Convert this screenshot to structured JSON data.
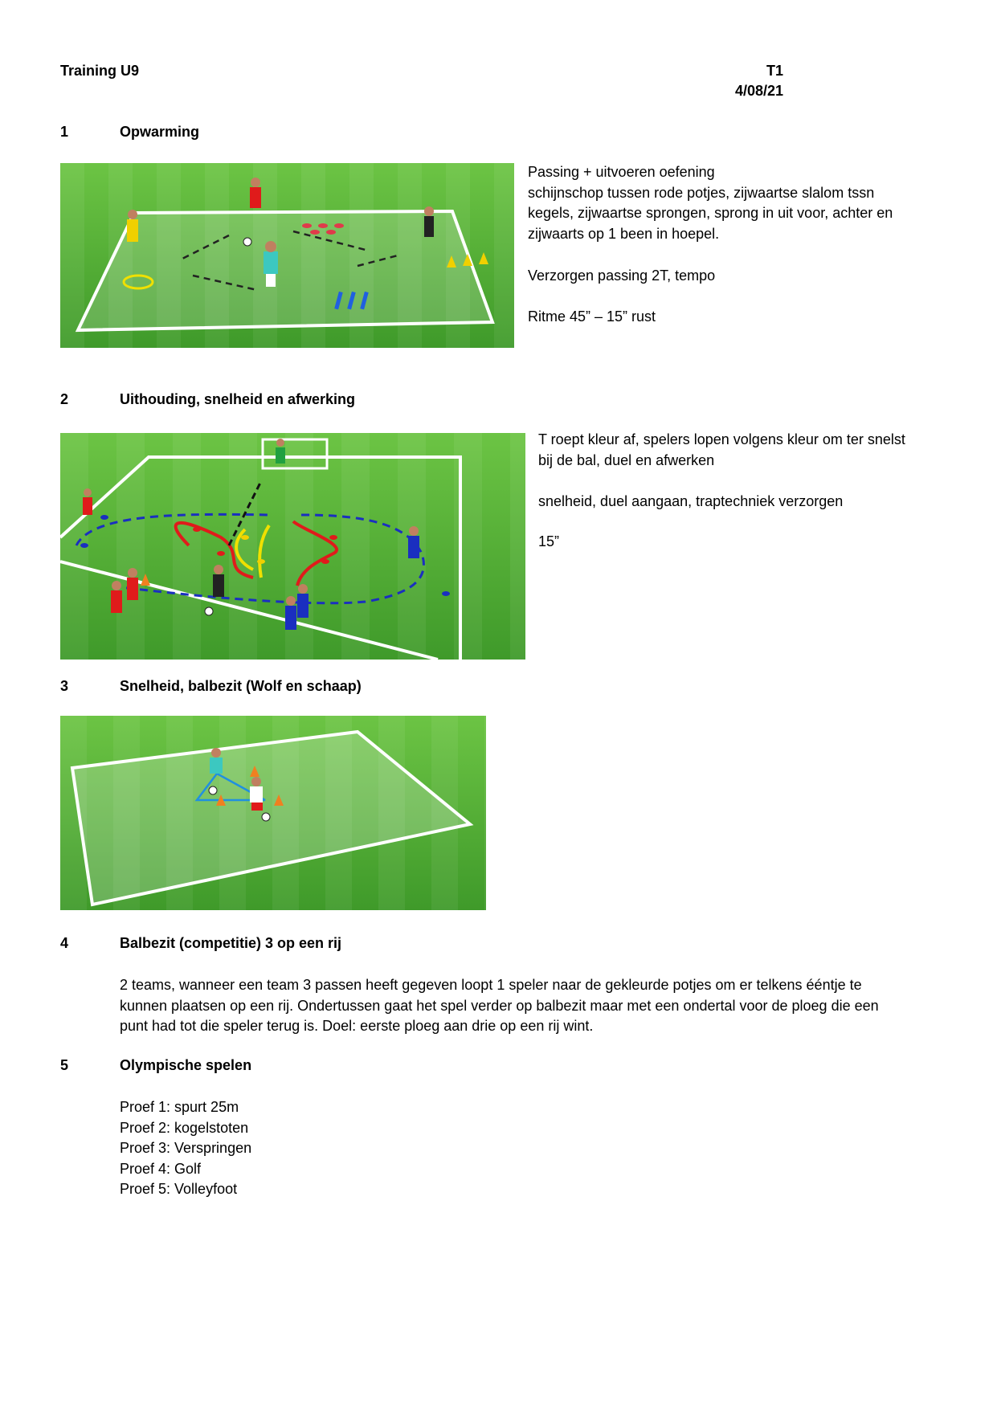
{
  "header": {
    "title": "Training U9",
    "code": "T1",
    "date": "4/08/21"
  },
  "sections": [
    {
      "number": "1",
      "title": "Opwarming",
      "text_lines": [
        "Passing + uitvoeren oefening",
        "schijnschop tussen rode potjes, zijwaartse slalom tssn",
        "kegels, zijwaartse sprongen, sprong in uit voor, achter en",
        "zijwaarts op 1 been in hoepel."
      ],
      "note1": "Verzorgen passing 2T, tempo",
      "note2": "Ritme 45” – 15” rust"
    },
    {
      "number": "2",
      "title": "Uithouding, snelheid en afwerking",
      "text_lines": [
        "T roept kleur af, spelers lopen volgens kleur om ter snelst",
        "bij de bal, duel en afwerken"
      ],
      "note1": "snelheid, duel aangaan, traptechniek verzorgen",
      "note2": "15”"
    },
    {
      "number": "3",
      "title": "Snelheid, balbezit (Wolf en schaap)"
    },
    {
      "number": "4",
      "title": "Balbezit (competitie) 3 op een rij",
      "text_lines": [
        "2 teams, wanneer een team 3 passen heeft gegeven loopt 1 speler naar de gekleurde potjes om er telkens ééntje te",
        "kunnen plaatsen op een rij. Ondertussen gaat het spel verder op balbezit maar met een ondertal voor de ploeg die een",
        "punt had tot die speler terug is. Doel: eerste ploeg aan drie op een rij wint."
      ]
    },
    {
      "number": "5",
      "title": "Olympische spelen",
      "items": [
        "Proef 1: spurt 25m",
        "Proef 2: kogelstoten",
        "Proef 3: Verspringen",
        "Proef 4: Golf",
        "Proef 5: Volleyfoot"
      ]
    }
  ],
  "colors": {
    "grass_dark": "#3f9a2a",
    "grass_light": "#5fb83c",
    "line": "#ffffff",
    "red_team": "#e01b1b",
    "blue_team": "#1a2fc0",
    "yellow": "#f0d000"
  }
}
